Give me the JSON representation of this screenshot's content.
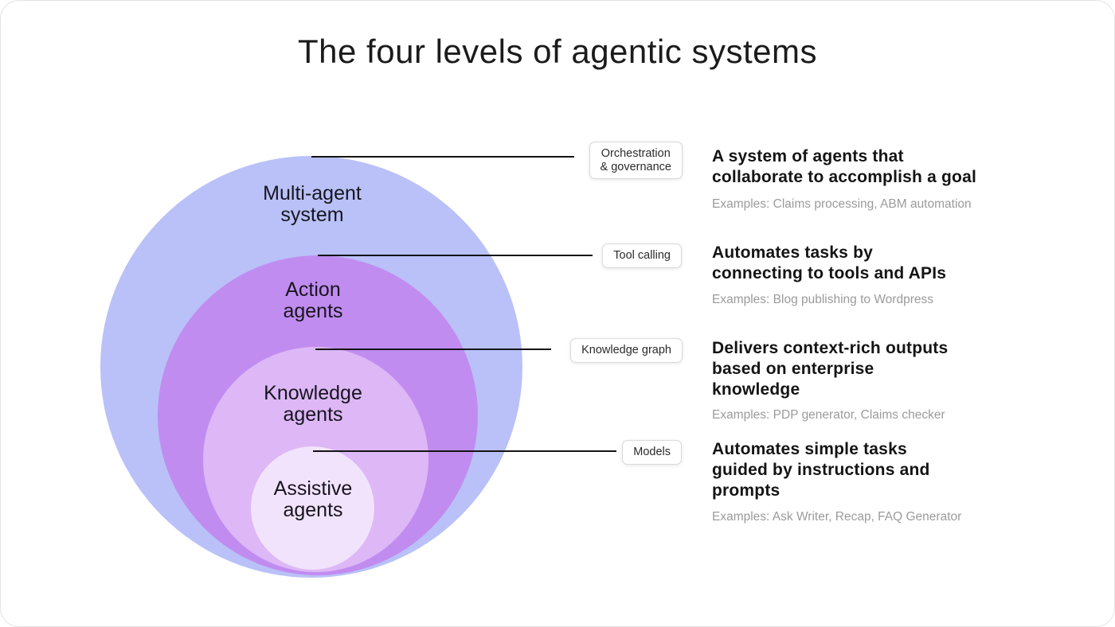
{
  "title": "The four levels of agentic systems",
  "levels": [
    {
      "label": "Multi-agent\nsystem",
      "badge": "Orchestration\n& governance",
      "heading": "A system of agents that\ncollaborate to accomplish a goal",
      "examples": "Examples: Claims processing, ABM automation",
      "color": "#b9c1f8"
    },
    {
      "label": "Action\nagents",
      "badge": "Tool calling",
      "heading": "Automates tasks by\nconnecting to tools and APIs",
      "examples": "Examples: Blog publishing to Wordpress",
      "color": "#c18cf0"
    },
    {
      "label": "Knowledge\nagents",
      "badge": "Knowledge graph",
      "heading": "Delivers context-rich outputs\nbased on enterprise\nknowledge",
      "examples": "Examples: PDP generator, Claims checker",
      "color": "#ddb7f6"
    },
    {
      "label": "Assistive\nagents",
      "badge": "Models",
      "heading": "Automates simple tasks\nguided by instructions and\nprompts",
      "examples": "Examples: Ask Writer, Recap, FAQ Generator",
      "color": "#f2e3fc"
    }
  ]
}
